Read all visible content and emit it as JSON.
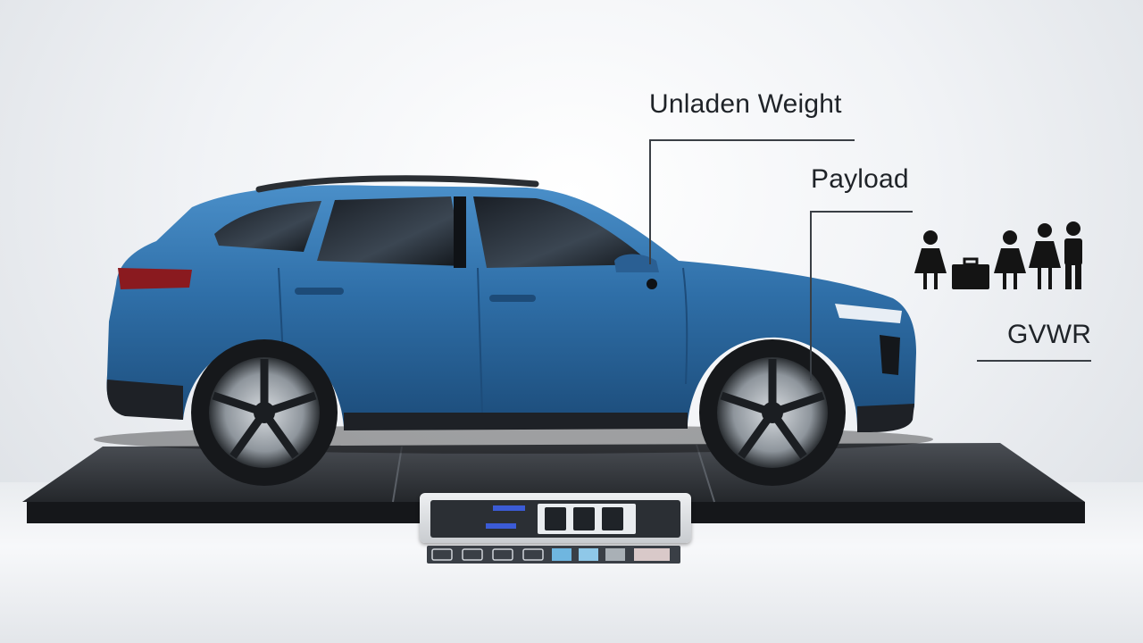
{
  "labels": {
    "unladen_weight": "Unladen Weight",
    "payload": "Payload",
    "gvwr": "GVWR"
  },
  "colors": {
    "car_body": "#2f6fa8",
    "platform": "#2e3136",
    "leader_lines": "#3a3f45",
    "text": "#1f2328"
  },
  "payload_icons": [
    "woman-icon",
    "luggage-icon",
    "woman-icon",
    "woman-icon",
    "man-icon"
  ],
  "console_icons": [
    "gauge-icon",
    "chart-icon",
    "chart-icon",
    "display-icon",
    "scale-icon"
  ]
}
